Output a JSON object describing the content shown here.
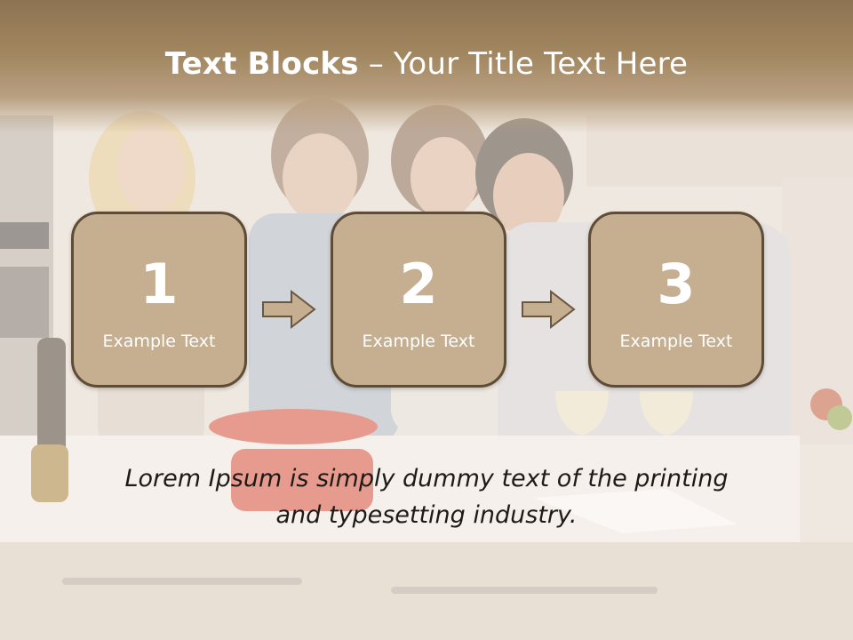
{
  "slide": {
    "title_bold": "Text Blocks",
    "title_dash": " – ",
    "title_rest": "Your Title Text Here",
    "blocks": [
      {
        "number": "1",
        "label": "Example Text"
      },
      {
        "number": "2",
        "label": "Example Text"
      },
      {
        "number": "3",
        "label": "Example Text"
      }
    ],
    "caption_line1": "Lorem Ipsum is simply dummy text of the printing",
    "caption_line2": "and typesetting industry."
  },
  "colors": {
    "title_band": "#8e7353",
    "block_fill": "#c6af91",
    "block_border": "#5e4c36",
    "text_on_block": "#ffffff",
    "caption_text": "#1e1a16"
  }
}
